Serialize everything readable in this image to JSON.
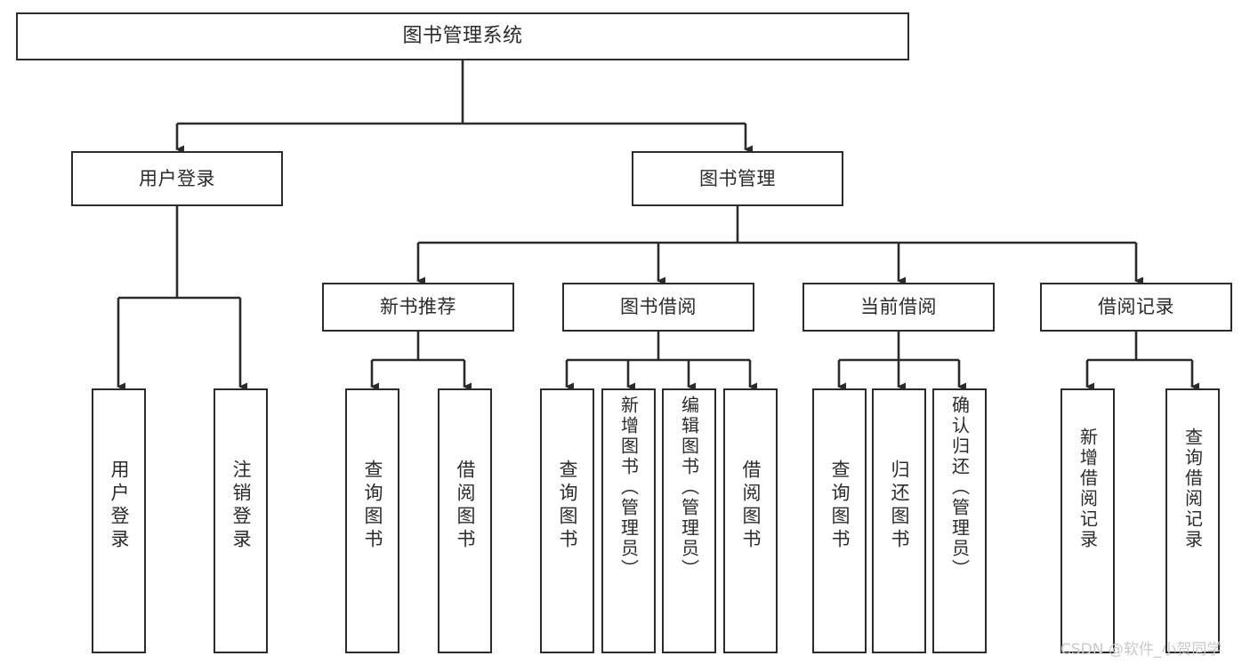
{
  "diagram": {
    "type": "tree-hierarchy",
    "title": "图书管理系统",
    "orientation": "top-down",
    "edge_style": "orthogonal-with-arrowheads",
    "colors": {
      "background": "#ffffff",
      "node_border": "#2b2b2b",
      "node_fill": "#ffffff",
      "text": "#2b2b2b",
      "edge": "#2b2b2b",
      "watermark": "#c9c9c9"
    }
  },
  "root": {
    "label": "图书管理系统"
  },
  "level2": [
    {
      "label": "用户登录"
    },
    {
      "label": "图书管理"
    }
  ],
  "level3": [
    {
      "label": "新书推荐"
    },
    {
      "label": "图书借阅"
    },
    {
      "label": "当前借阅"
    },
    {
      "label": "借阅记录"
    }
  ],
  "leaves": {
    "user_login": [
      {
        "label": "用户登录"
      },
      {
        "label": "注销登录"
      }
    ],
    "new_book": [
      {
        "label": "查询图书"
      },
      {
        "label": "借阅图书"
      }
    ],
    "borrow_book": [
      {
        "label": "查询图书"
      },
      {
        "label": "新增图书（管理员）"
      },
      {
        "label": "编辑图书（管理员）"
      },
      {
        "label": "借阅图书"
      }
    ],
    "current_borrow": [
      {
        "label": "查询图书"
      },
      {
        "label": "归还图书"
      },
      {
        "label": "确认归还（管理员）"
      }
    ],
    "borrow_record": [
      {
        "label": "新增借阅记录"
      },
      {
        "label": "查询借阅记录"
      }
    ]
  },
  "watermark": {
    "text": "CSDN @软件_小贺同学"
  }
}
